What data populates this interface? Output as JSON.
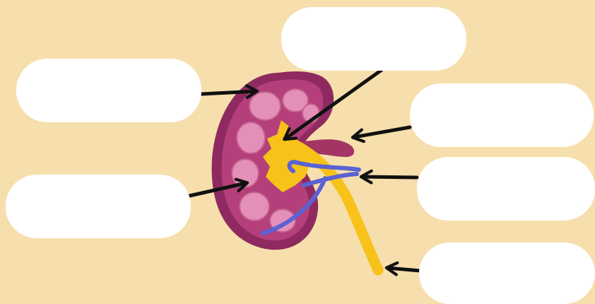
{
  "colors": {
    "background": "#f6dfac",
    "label_box": "#ffffff",
    "arrow": "#111111",
    "cortex_outer": "#8e2a5f",
    "cortex_inner": "#b43f7a",
    "pyramid": "#e48fb8",
    "pelvis": "#f7c21a",
    "vein": "#5a62d4",
    "artery": "#a33564",
    "ureter": "#f7c21a"
  },
  "labels": [
    {
      "id": "top-center",
      "text": ""
    },
    {
      "id": "upper-left",
      "text": ""
    },
    {
      "id": "lower-left",
      "text": ""
    },
    {
      "id": "upper-right",
      "text": ""
    },
    {
      "id": "middle-right",
      "text": ""
    },
    {
      "id": "lower-right",
      "text": ""
    }
  ],
  "icons": {
    "arrow": "arrow-icon",
    "kidney": "kidney-icon"
  }
}
